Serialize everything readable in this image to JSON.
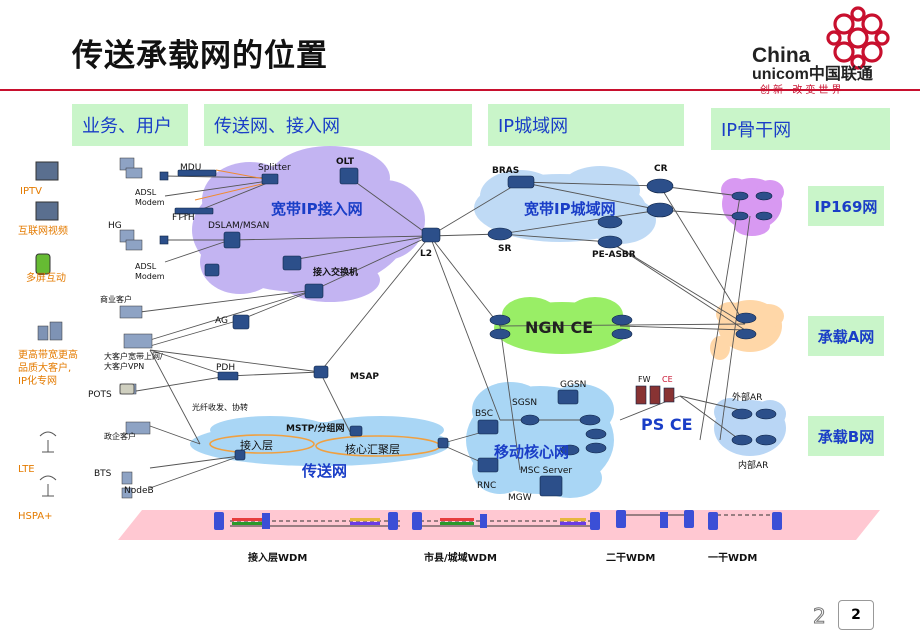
{
  "slide": {
    "title": "传送承载网的位置",
    "page_number_outline": "2",
    "page_number_badge": "2"
  },
  "logo": {
    "line1": "China",
    "line2": "unicom中国联通",
    "slogan": "创新·改变世界",
    "color": "#c8102e"
  },
  "headers": {
    "users": "业务、用户",
    "transport": "传送网、接入网",
    "ip_metro": "IP城域网",
    "ip_backbone": "IP骨干网"
  },
  "clouds": {
    "broadband_access": "宽带IP接入网",
    "broadband_metro": "宽带IP城域网",
    "ngn_ce": "NGN CE",
    "mobile_core": "移动核心网",
    "ps_ce": "PS CE",
    "transport_net": "传送网",
    "access_layer": "接入层",
    "core_aggregation": "核心汇聚层"
  },
  "side_boxes": {
    "ip169": "IP169网",
    "carrier_a": "承载A网",
    "carrier_b": "承载B网"
  },
  "left_services": {
    "iptv": "IPTV",
    "internet_video": "互联网视频",
    "multiscreen": "多屏互动",
    "premium": [
      "更高带宽更高",
      "品质大客户,",
      "IP化专网"
    ],
    "lte": "LTE",
    "hspa": "HSPA+"
  },
  "nodes": {
    "mdu": "MDU",
    "splitter": "Splitter",
    "olt": "OLT",
    "adsl_modem_1": [
      "ADSL",
      "Modem"
    ],
    "ftth": "FTTH",
    "hg": "HG",
    "dslam_msan": "DSLAM/MSAN",
    "adsl_modem_2": [
      "ADSL",
      "Modem"
    ],
    "access_switch": "接入交换机",
    "l2": "L2",
    "bras": "BRAS",
    "sr": "SR",
    "cr": "CR",
    "pe_asbr": "PE-ASBR",
    "business_customer": "商业客户",
    "ag": "AG",
    "vip_customer": [
      "大客户宽带上网/",
      "大客户VPN"
    ],
    "pdh": "PDH",
    "pots": "POTS",
    "fiber_transceiver": "光纤收发、协转",
    "msap": "MSAP",
    "mstp": "MSTP/分组网",
    "gov_customer": "政企客户",
    "bts": "BTS",
    "nodeb": "NodeB",
    "bsc": "BSC",
    "rnc": "RNC",
    "sgsn": "SGSN",
    "ggsn": "GGSN",
    "fw": "FW",
    "ce": "CE",
    "msc_server": "MSC Server",
    "mgw": "MGW",
    "outer_ar": "外部AR",
    "inner_ar": "内部AR"
  },
  "wdm": {
    "access": "接入层WDM",
    "metro": "市县/城域WDM",
    "trunk2": "二干WDM",
    "trunk1": "一干WDM"
  },
  "colors": {
    "header_bg": "#c9f5c9",
    "header_text": "#1a3ec7",
    "cloud_purple": "#b9a8f0",
    "cloud_green": "#99ee66",
    "cloud_blue": "#a9d6f5",
    "cloud_orange": "#ffd7a8",
    "cloud_violet": "#cc77ee",
    "wdm_band": "#ffc8d2",
    "label_orange": "#e47b00",
    "link": "#555555"
  }
}
